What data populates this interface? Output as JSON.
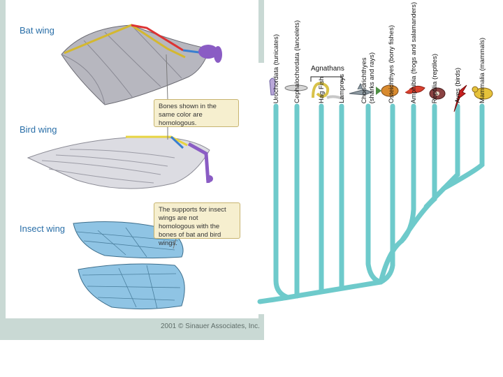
{
  "figure": {
    "bat_title": "Bat wing",
    "bird_title": "Bird wing",
    "insect_title": "Insect wing",
    "callout_bones": "Bones shown in the same color are homologous.",
    "callout_insect": "The supports for insect wings are not homologous with the bones of bat and bird wings.",
    "copyright": "2001 © Sinauer Associates, Inc."
  },
  "tree": {
    "group_label": "Agnathans",
    "line_color": "#6ecacb",
    "taxa": [
      {
        "lines": [
          "Urochordata (tunicates)"
        ],
        "icon": "tunicate-icon"
      },
      {
        "lines": [
          "Cephalochordata (lancelets)"
        ],
        "icon": "lancelet-icon"
      },
      {
        "lines": [
          "Hag Fish"
        ],
        "icon": "hagfish-icon"
      },
      {
        "lines": [
          "Lampreys"
        ],
        "icon": "lamprey-icon"
      },
      {
        "lines": [
          "Chondrichthyes",
          "(sharks and rays)"
        ],
        "icon": "shark-icon"
      },
      {
        "lines": [
          "Osteichthyes (bony fishes)"
        ],
        "icon": "bony-fish-icon"
      },
      {
        "lines": [
          "Amphibia (frogs and salamanders)"
        ],
        "icon": "salamander-icon"
      },
      {
        "lines": [
          "Reptilia (reptiles)"
        ],
        "icon": "snake-icon"
      },
      {
        "lines": [
          "Aves (birds)"
        ],
        "icon": "bird-icon"
      },
      {
        "lines": [
          "Mammalia (mammals)"
        ],
        "icon": "mammal-icon"
      }
    ]
  }
}
